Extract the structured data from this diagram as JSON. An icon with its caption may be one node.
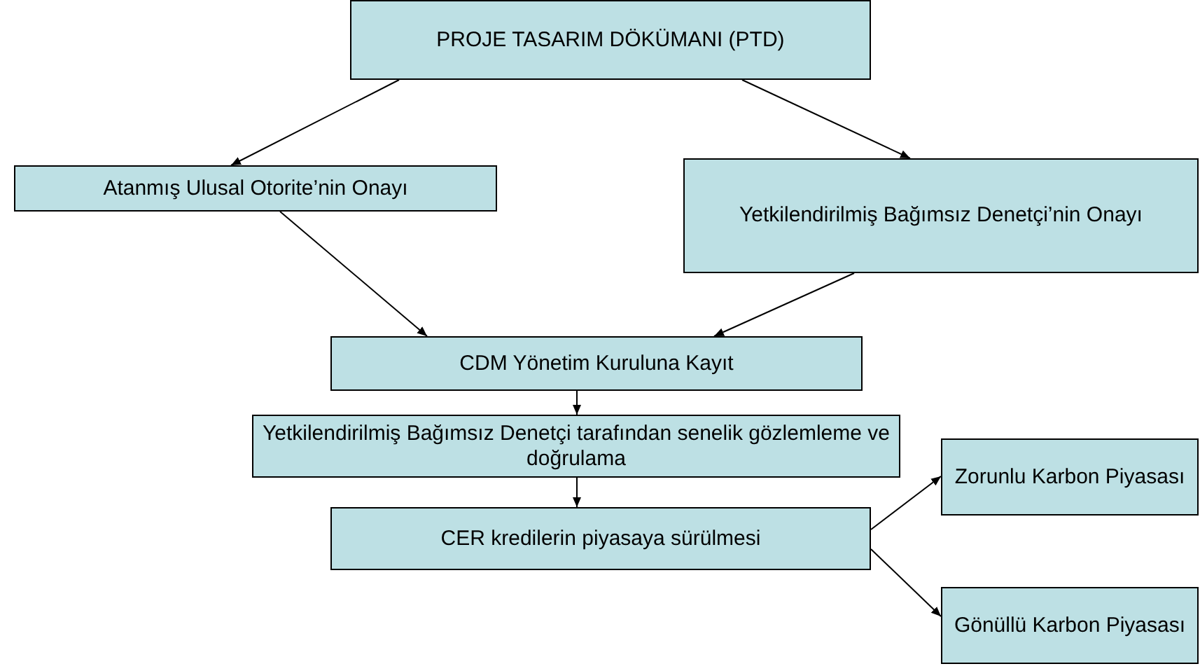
{
  "diagram": {
    "nodes": [
      {
        "text": [
          "PROJE TASARIM DÖKÜMANI (PTD)"
        ]
      },
      {
        "text": [
          "Atanmış Ulusal Otorite’nin Onayı"
        ]
      },
      {
        "text": [
          "Yetkilendirilmiş Bağımsız Denetçi’nin Onayı"
        ]
      },
      {
        "text": [
          "CDM Yönetim Kuruluna Kayıt"
        ]
      },
      {
        "text": [
          "Yetkilendirilmiş Bağımsız Denetçi tarafından senelik gözlemleme ve doğrulama"
        ]
      },
      {
        "text": [
          "CER kredilerin piyasaya sürülmesi"
        ]
      },
      {
        "text": [
          "Zorunlu Karbon Piyasası"
        ]
      },
      {
        "text": [
          "Gönüllü Karbon Piyasası"
        ]
      }
    ],
    "edges": [
      {
        "from": 0,
        "to": 1,
        "arrow": "to"
      },
      {
        "from": 0,
        "to": 2,
        "arrow": "to"
      },
      {
        "from": 1,
        "to": 3,
        "arrow": "to"
      },
      {
        "from": 2,
        "to": 3,
        "arrow": "to"
      },
      {
        "from": 3,
        "to": 4,
        "arrow": "to"
      },
      {
        "from": 4,
        "to": 5,
        "arrow": "to"
      },
      {
        "from": 5,
        "to": 6,
        "arrow": "to"
      },
      {
        "from": 5,
        "to": 7,
        "arrow": "to"
      }
    ]
  }
}
